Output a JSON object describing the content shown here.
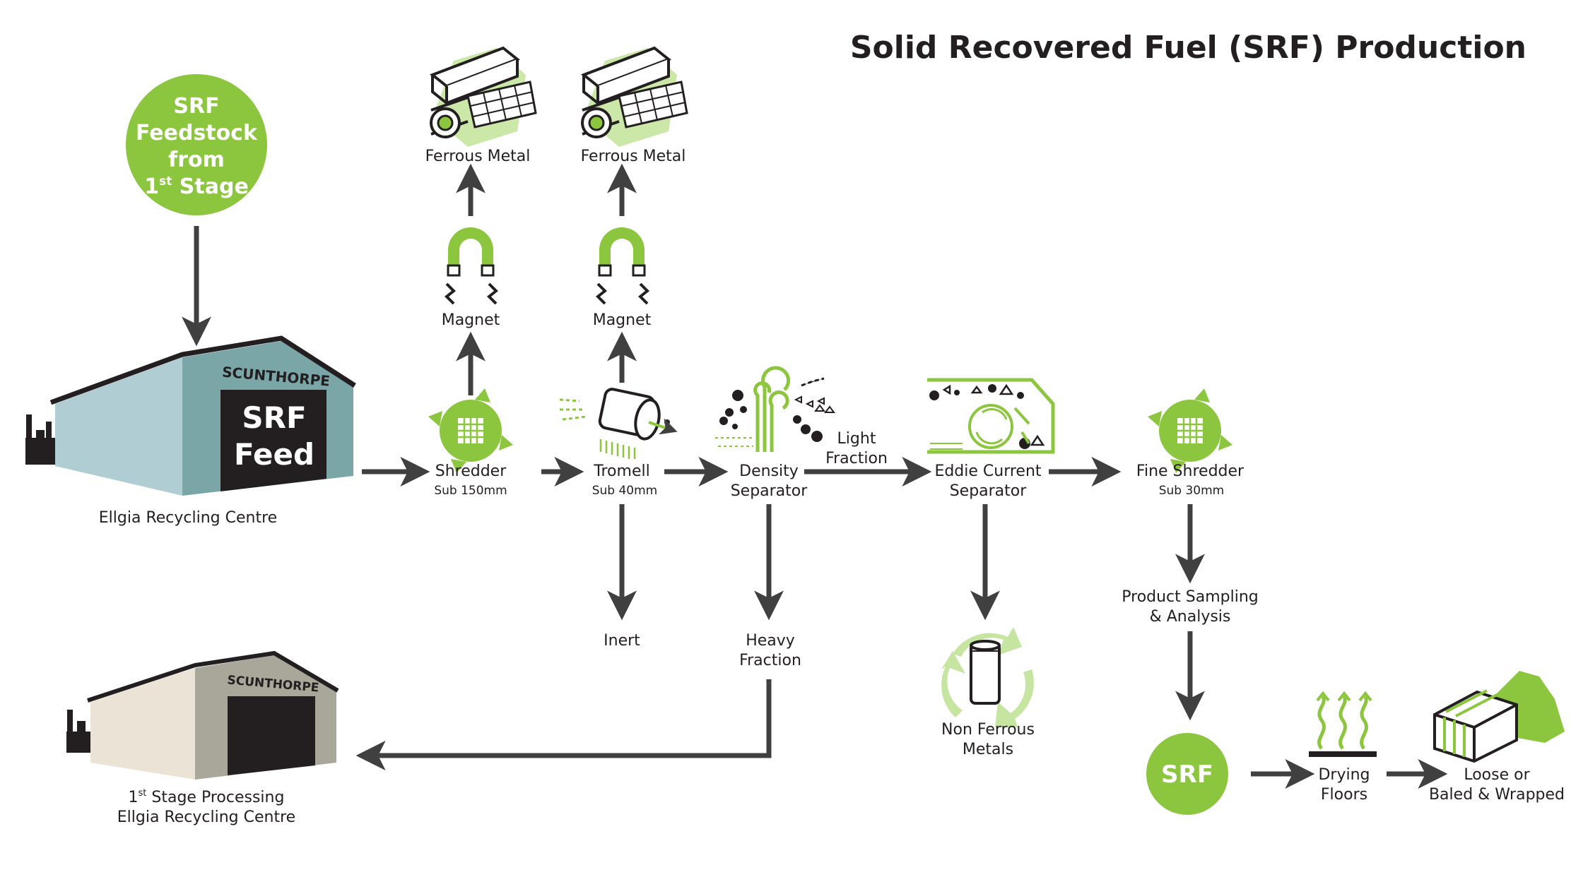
{
  "title": "Solid Recovered Fuel (SRF) Production",
  "colors": {
    "green": "#8cc63f",
    "dark": "#231f20",
    "arrow": "#404041",
    "light_green": "#c6e5a0"
  },
  "feedstock": {
    "line1": "SRF",
    "line2": "Feedstock",
    "line3": "from",
    "line4_num": "1",
    "line4_sup": "st",
    "line4_rest": " Stage"
  },
  "building_main": {
    "sign": "SCUNTHORPE",
    "door1": "SRF",
    "door2": "Feed",
    "caption": "Ellgia Recycling Centre"
  },
  "building_first": {
    "sign": "SCUNTHORPE",
    "caption1_num": "1",
    "caption1_sup": "st",
    "caption1_rest": " Stage Processing",
    "caption2": "Ellgia Recycling Centre"
  },
  "ferrous1": "Ferrous Metal",
  "ferrous2": "Ferrous Metal",
  "magnet1": "Magnet",
  "magnet2": "Magnet",
  "shredder": {
    "label": "Shredder",
    "sub": "Sub 150mm"
  },
  "tromell": {
    "label": "Tromell",
    "sub": "Sub 40mm"
  },
  "density": {
    "line1": "Density",
    "line2": "Separator"
  },
  "light_fraction": {
    "line1": "Light",
    "line2": "Fraction"
  },
  "eddie": {
    "line1": "Eddie Current",
    "line2": "Separator"
  },
  "fine_shredder": {
    "label": "Fine Shredder",
    "sub": "Sub 30mm"
  },
  "inert": "Inert",
  "heavy": {
    "line1": "Heavy",
    "line2": "Fraction"
  },
  "non_ferrous": {
    "line1": "Non Ferrous",
    "line2": "Metals"
  },
  "sampling": {
    "line1": "Product Sampling",
    "line2": "& Analysis"
  },
  "srf": "SRF",
  "drying": {
    "line1": "Drying",
    "line2": "Floors"
  },
  "loose": {
    "line1": "Loose or",
    "line2": "Baled & Wrapped"
  }
}
